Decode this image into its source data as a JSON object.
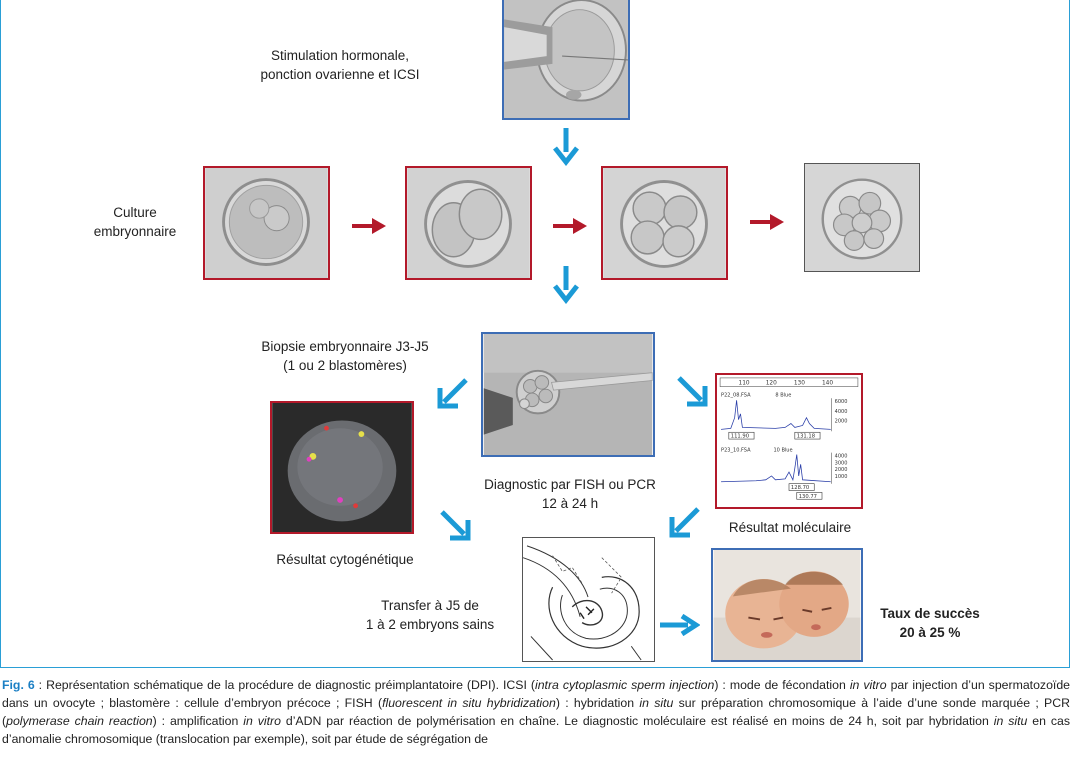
{
  "steps": {
    "stimulation": [
      "Stimulation hormonale,",
      "ponction ovarienne et ICSI"
    ],
    "culture": [
      "Culture",
      "embryonnaire"
    ],
    "biopsie": [
      "Biopsie embryonnaire J3-J5",
      "(1 ou 2 blastomères)"
    ],
    "diagnostic": [
      "Diagnostic par FISH ou PCR",
      "12 à 24 h"
    ],
    "resultat_cyto": "Résultat cytogénétique",
    "resultat_mol": "Résultat moléculaire",
    "transfert": [
      "Transfer à J5 de",
      "1 à 2 embryons sains"
    ],
    "succes": [
      "Taux de succès",
      "20 à 25 %"
    ]
  },
  "electropherogram": {
    "axis_ticks": [
      "110",
      "120",
      "130",
      "140"
    ],
    "panel1": {
      "name": "P22_08.FSA",
      "dye": "8 Blue",
      "y_ticks": [
        "6000",
        "4000",
        "2000"
      ],
      "peaks": [
        "111.90",
        "131.18"
      ]
    },
    "panel2": {
      "name": "P23_10.FSA",
      "dye": "10 Blue",
      "y_ticks": [
        "4000",
        "3000",
        "2000",
        "1000"
      ],
      "peaks": [
        "128.70",
        "130.77"
      ]
    }
  },
  "colors": {
    "frame": "#2a9fd6",
    "arrow_blue": "#1b9ad6",
    "arrow_red": "#b3192a",
    "border_red": "#b3192a",
    "border_blue": "#3d6db5"
  },
  "caption": {
    "fig": "Fig. 6",
    "segments": [
      {
        "t": " : Représentation schématique de la procédure de diagnostic préimplantatoire (DPI). ICSI (",
        "i": false
      },
      {
        "t": "intra cytoplasmic sperm injection",
        "i": true
      },
      {
        "t": ") : mode de fécondation ",
        "i": false
      },
      {
        "t": "in vitro",
        "i": true
      },
      {
        "t": " par injection d’un spermatozoïde dans un ovocyte ; blastomère : cellule d’embryon précoce ; FISH (",
        "i": false
      },
      {
        "t": "fluorescent in situ hybridization",
        "i": true
      },
      {
        "t": ") : hybridation ",
        "i": false
      },
      {
        "t": "in situ",
        "i": true
      },
      {
        "t": " sur préparation chromosomique à l’aide d’une sonde marquée ; PCR (",
        "i": false
      },
      {
        "t": "polymerase chain reaction",
        "i": true
      },
      {
        "t": ") : amplification ",
        "i": false
      },
      {
        "t": "in vitro",
        "i": true
      },
      {
        "t": " d’ADN par réaction de polymérisation en chaîne. Le diagnostic moléculaire est réalisé en moins de 24 h, soit par hybridation ",
        "i": false
      },
      {
        "t": "in situ",
        "i": true
      },
      {
        "t": " en cas d’anomalie chromosomique (translocation par exemple), soit par étude de ségrégation de",
        "i": false
      }
    ]
  }
}
